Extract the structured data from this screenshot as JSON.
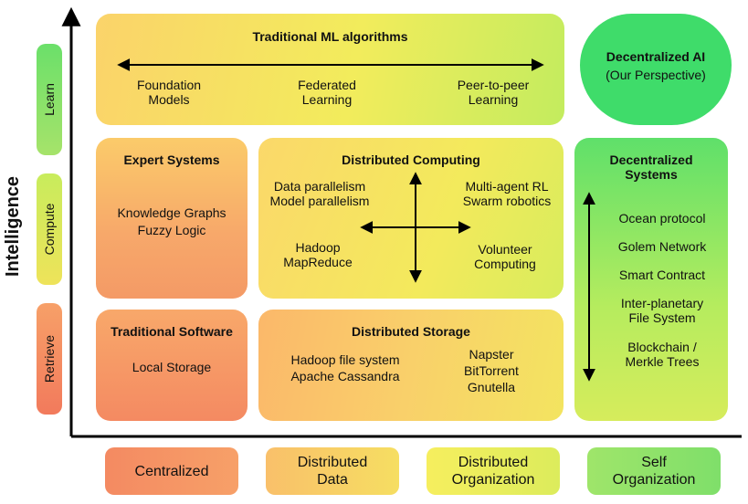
{
  "axis": {
    "y_label": "Intelligence"
  },
  "y_levels": [
    "Learn",
    "Compute",
    "Retrieve"
  ],
  "x_levels": [
    "Centralized",
    "Distributed\nData",
    "Distributed\nOrganization",
    "Self\nOrganization"
  ],
  "ml": {
    "title": "Traditional ML algorithms",
    "items": [
      "Foundation\nModels",
      "Federated\nLearning",
      "Peer-to-peer\nLearning"
    ]
  },
  "decentralized_ai": {
    "title": "Decentralized AI",
    "subtitle": "(Our Perspective)"
  },
  "expert": {
    "title": "Expert Systems",
    "items": "Knowledge Graphs\nFuzzy Logic"
  },
  "dist_computing": {
    "title": "Distributed Computing",
    "top_left": "Data parallelism\nModel parallelism",
    "top_right": "Multi-agent RL\nSwarm robotics",
    "bottom_left": "Hadoop\nMapReduce",
    "bottom_right": "Volunteer\nComputing"
  },
  "decentralized_systems": {
    "title": "Decentralized\nSystems",
    "items": [
      "Ocean protocol",
      "Golem Network",
      "Smart Contract",
      "Inter-planetary\nFile System",
      "Blockchain /\nMerkle Trees"
    ]
  },
  "trad_software": {
    "title": "Traditional Software",
    "items": "Local Storage"
  },
  "dist_storage": {
    "title": "Distributed Storage",
    "left": "Hadoop file system\nApache Cassandra",
    "right": "Napster\nBitTorrent\nGnutella"
  }
}
